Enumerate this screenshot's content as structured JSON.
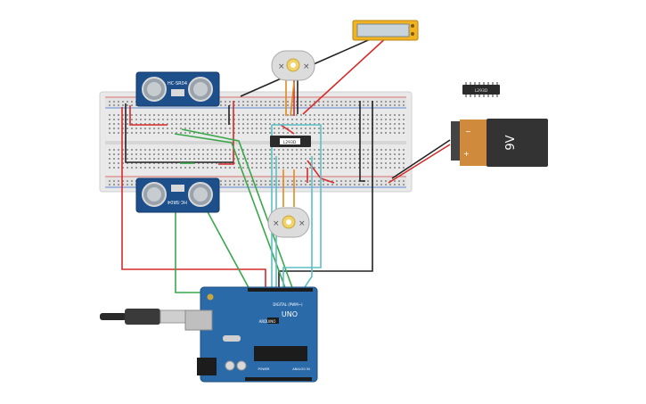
{
  "components": {
    "ultrasonic_top": {
      "label": "HC-SR04"
    },
    "ultrasonic_bottom": {
      "label": "HC-SR04"
    },
    "driver_chip": {
      "label": "L293D"
    },
    "spare_chip": {
      "label": "L293D"
    },
    "battery": {
      "label": "9V",
      "minus": "−",
      "plus": "+"
    },
    "arduino": {
      "brand": "ARDUINO",
      "model": "UNO",
      "header_digital": "DIGITAL (PWM~)",
      "header_power": "POWER",
      "header_analog": "ANALOG IN"
    }
  },
  "colors": {
    "breadboard": "#e8e8e8",
    "sensor_pcb": "#1d4f8a",
    "arduino_pcb": "#2a6aa8",
    "battery_body": "#333333",
    "battery_cap": "#d08a3c",
    "lcd_frame": "#f2b321",
    "wire_red": "#d62b2b",
    "wire_black": "#222222",
    "wire_green": "#3aa84a",
    "wire_teal": "#5bbfc4",
    "wire_orange": "#e08a1e"
  }
}
